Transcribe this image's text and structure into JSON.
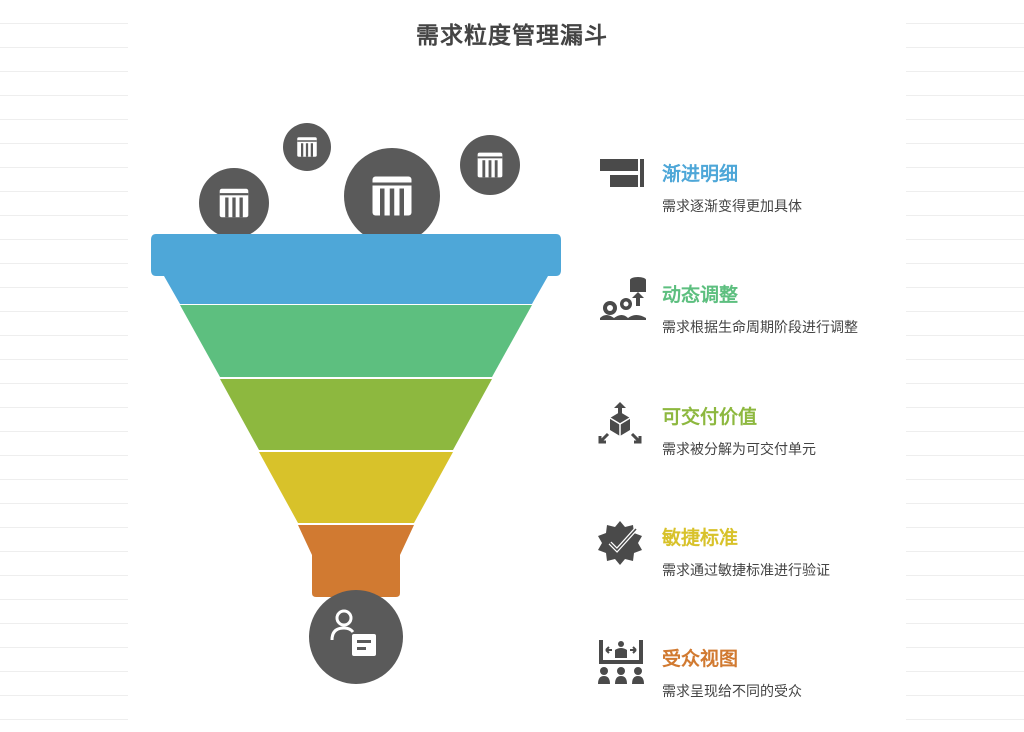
{
  "title": "需求粒度管理漏斗",
  "icons": {
    "balls": "grid-ball-icon",
    "bottom": "person-document-icon"
  },
  "items": [
    {
      "label": "渐进明细",
      "desc": "需求逐渐变得更加具体",
      "color": "#4ea7d8",
      "icon": "progressive-bars-icon"
    },
    {
      "label": "动态调整",
      "desc": "需求根据生命周期阶段进行调整",
      "color": "#5dbf7f",
      "icon": "gear-database-icon"
    },
    {
      "label": "可交付价值",
      "desc": "需求被分解为可交付单元",
      "color": "#8db83f",
      "icon": "box-arrows-icon"
    },
    {
      "label": "敏捷标准",
      "desc": "需求通过敏捷标准进行验证",
      "color": "#d8c22a",
      "icon": "check-badge-icon"
    },
    {
      "label": "受众视图",
      "desc": "需求呈现给不同的受众",
      "color": "#d17a31",
      "icon": "audience-presentation-icon"
    }
  ]
}
